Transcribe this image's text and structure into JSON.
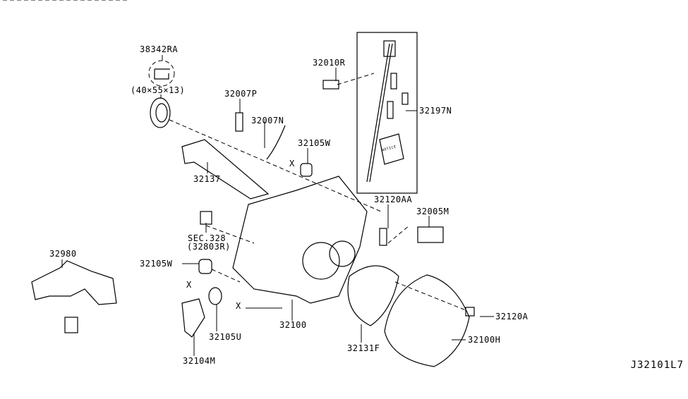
{
  "diagram_code": "J32101L7",
  "parts": [
    {
      "id": "38342RA",
      "label": "38342RA"
    },
    {
      "id": "seal-size",
      "label": "(40×55×13)"
    },
    {
      "id": "32007P",
      "label": "32007P"
    },
    {
      "id": "32007N",
      "label": "32007N"
    },
    {
      "id": "32010R",
      "label": "32010R"
    },
    {
      "id": "32197N",
      "label": "32197N"
    },
    {
      "id": "32105W-top",
      "label": "32105W"
    },
    {
      "id": "32137",
      "label": "32137"
    },
    {
      "id": "sec328",
      "label": "SEC.328"
    },
    {
      "id": "sec328-part",
      "label": "(32803R)"
    },
    {
      "id": "32980",
      "label": "32980"
    },
    {
      "id": "32120AA",
      "label": "32120AA"
    },
    {
      "id": "32005M",
      "label": "32005M"
    },
    {
      "id": "32105W-left",
      "label": "32105W"
    },
    {
      "id": "32100",
      "label": "32100"
    },
    {
      "id": "32131F",
      "label": "32131F"
    },
    {
      "id": "32100H",
      "label": "32100H"
    },
    {
      "id": "32120A",
      "label": "32120A"
    },
    {
      "id": "32105U",
      "label": "32105U"
    },
    {
      "id": "32104M",
      "label": "32104M"
    }
  ],
  "markers": [
    "X",
    "X",
    "X"
  ],
  "notice_card": "NOTICE"
}
